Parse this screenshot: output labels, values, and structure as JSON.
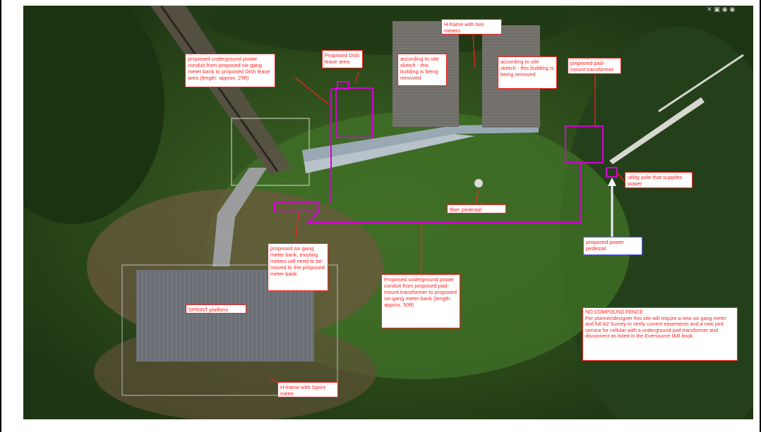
{
  "labels": {
    "conduit_dish": "proposed underground power conduit from proposed six-gang meter bank to proposed Dish lease area (length: approx. 25ft)",
    "dish_lease": "Proposed Dish lease area",
    "building_removed_1": "according to site sketch - this building is being removed",
    "hframe_two_meters": "H-frame with two meters",
    "building_removed_2": "according to site sketch - this building is being removed",
    "pad_mount_transformer": "proposed pad-mount transformer",
    "utility_pole": "utility pole that supplies power",
    "fiber_pedestal": "fiber pedestal",
    "power_pedestal": "proposed power pedestal",
    "six_gang_meter": "proposed six gang meter bank. existing meters will need to be moved to the proposed meter bank.",
    "conduit_transformer": "Proposed underground power conduit from proposed pad-mount transformer to proposed six-gang meter bank (length: approx. 50ft)",
    "sprint_platform": "SPRINT platform",
    "hframe_sprint": "H-frame with Sprint meter",
    "no_fence": "NO COMPOUND FENCE\nPer planner/designer this site will require a new six gang meter and full A2 Survey to verify current easements and a new ped service for cellular with a underground pad transformer and disconnect as listed in the Eversource I&R book."
  },
  "colors": {
    "annotation_red": "#ff1f1f",
    "outline_magenta": "#d400d4",
    "grass_dark": "#2c4a1c",
    "roof_gray": "#6f7378"
  }
}
